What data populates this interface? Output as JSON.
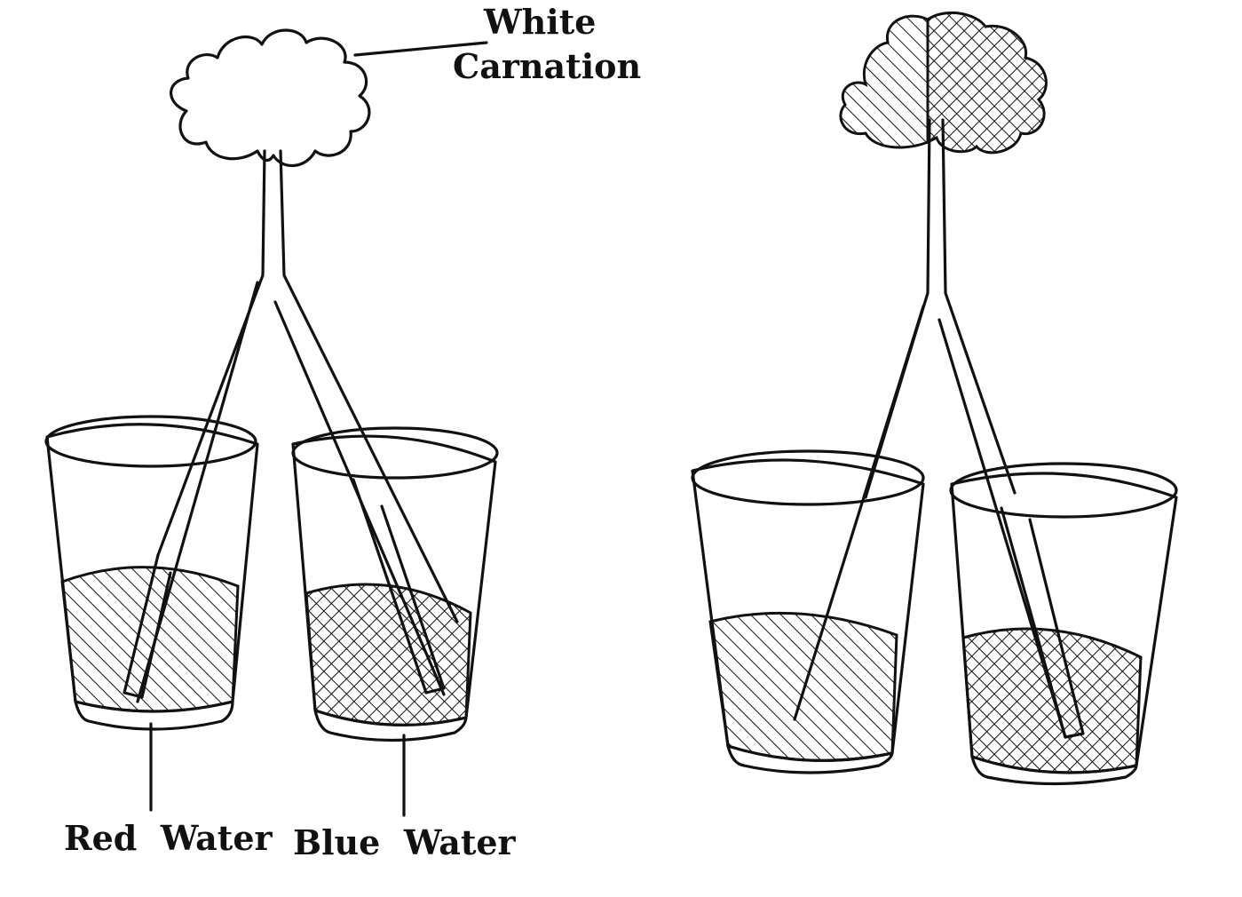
{
  "labels": {
    "flower_line1": "White",
    "flower_line2": "Carnation",
    "left_glass": "Red  Water",
    "right_glass": "Blue  Water"
  },
  "colors": {
    "ink": "#111111",
    "background": "#ffffff"
  }
}
